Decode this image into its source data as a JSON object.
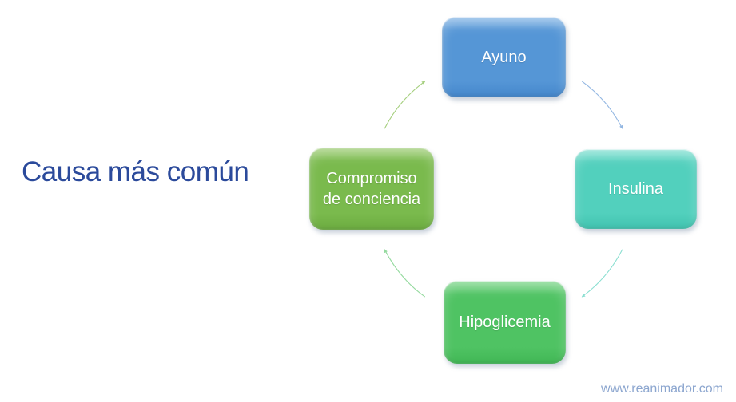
{
  "title": {
    "text": "Causa más común",
    "color": "#2B4A9B"
  },
  "cycle": {
    "direction": "clockwise",
    "nodes": [
      {
        "id": "ayuno",
        "label": "Ayuno",
        "position": "top",
        "color_base": "#5596D6",
        "color_light": "#8FBCE8",
        "color_dark": "#4486CB"
      },
      {
        "id": "insulina",
        "label": "Insulina",
        "position": "right",
        "color_base": "#52D0BD",
        "color_light": "#8AE2D5",
        "color_dark": "#41C3AF"
      },
      {
        "id": "hipoglicemia",
        "label": "Hipoglicemia",
        "position": "bottom",
        "color_base": "#4FC363",
        "color_light": "#84D890",
        "color_dark": "#41B755"
      },
      {
        "id": "compromiso",
        "label": "Compromiso de conciencia",
        "position": "left",
        "color_base": "#7ABA4D",
        "color_light": "#A5D07E",
        "color_dark": "#6CAC40"
      }
    ],
    "connectors": [
      {
        "from": "Ayuno",
        "to": "Insulina",
        "color": "#93B7E2"
      },
      {
        "from": "Insulina",
        "to": "Hipoglicemia",
        "color": "#8BDFD1"
      },
      {
        "from": "Hipoglicemia",
        "to": "Compromiso de conciencia",
        "color": "#95DA9F"
      },
      {
        "from": "Compromiso de conciencia",
        "to": "Ayuno",
        "color": "#A5CF7E"
      }
    ]
  },
  "watermark": {
    "text": "www.reanimador.com",
    "color": "#8CA6CF"
  }
}
